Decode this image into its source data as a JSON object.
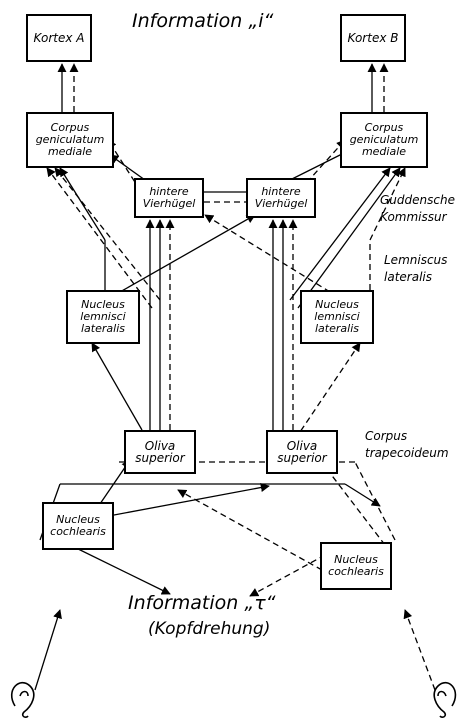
{
  "title_top": "Information „i“",
  "title_bottom": "Information „τ“",
  "title_bottom_sub": "(Kopfdrehung)",
  "boxes": {
    "kortex_a": "Kortex A",
    "kortex_b": "Kortex B",
    "cgm_left": "Corpus\ngeniculatum\nmediale",
    "cgm_right": "Corpus\ngeniculatum\nmediale",
    "hv_left": "hintere\nVierhügel",
    "hv_right": "hintere\nVierhügel",
    "nll_left": "Nucleus\nlemnisci\nlateralis",
    "nll_right": "Nucleus\nlemnisci\nlateralis",
    "os_left": "Oliva\nsuperior",
    "os_right": "Oliva\nsuperior",
    "nc_left": "Nucleus\ncochlearis",
    "nc_right": "Nucleus\ncochlearis"
  },
  "side_labels": {
    "gudden": "Guddensche\nKommissur",
    "lemniscus": "Lemniscus\nlateralis",
    "trapez": "Corpus\ntrapecoideum"
  },
  "icons": [
    "ear-left-icon",
    "ear-right-icon"
  ]
}
